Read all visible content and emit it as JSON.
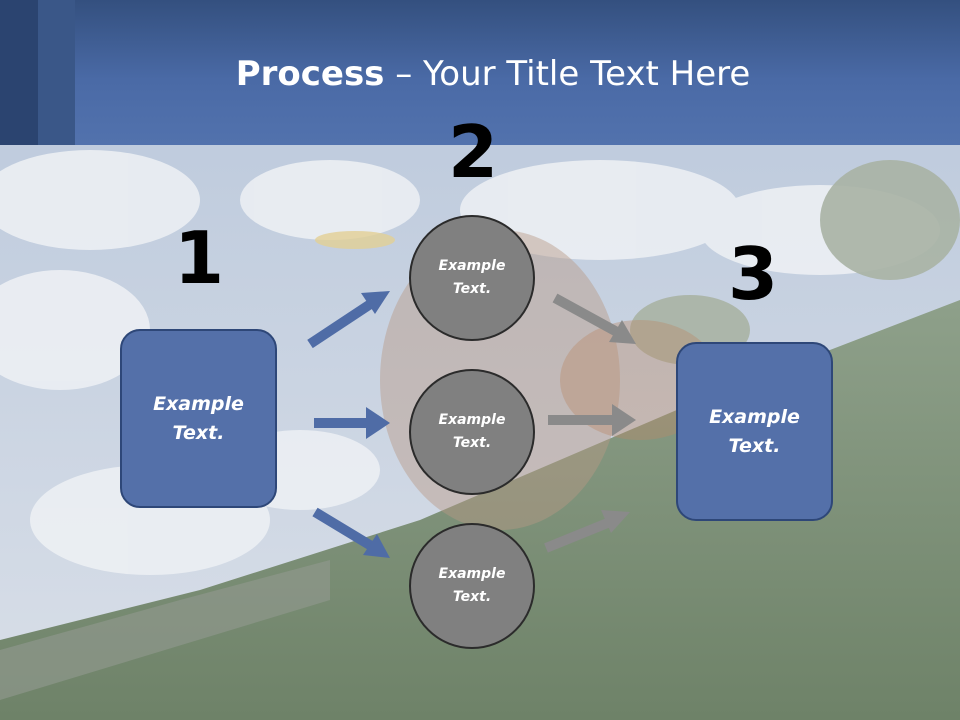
{
  "title": {
    "bold": "Process",
    "rest": " – Your Title Text Here"
  },
  "steps": {
    "one": "1",
    "two": "2",
    "three": "3"
  },
  "nodes": {
    "left_box": "Example Text.",
    "circle_top": "Example Text.",
    "circle_middle": "Example Text.",
    "circle_bottom": "Example Text.",
    "right_box": "Example Text."
  },
  "colors": {
    "header": "#4a6aa6",
    "box": "#5470a9",
    "circle": "#808080",
    "blue_arrow": "#4f6ca6",
    "gray_arrow": "#8a8a8a"
  }
}
